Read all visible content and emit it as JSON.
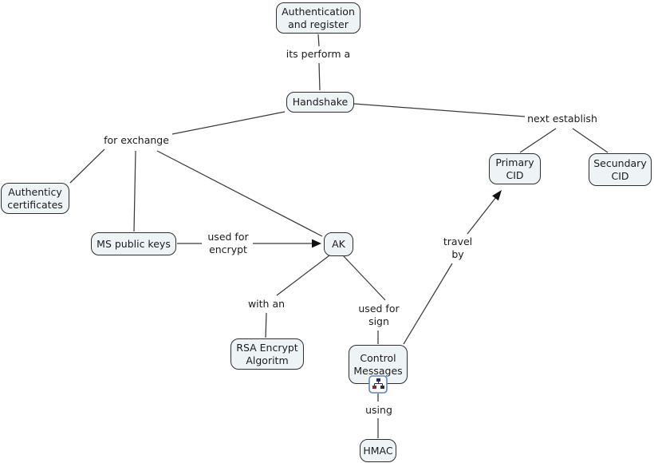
{
  "theme": {
    "bg": "#ffffff",
    "node_fill": "#eef3f5",
    "node_border": "#2e2e2e",
    "text": "#1b1b1b",
    "edge": "#3a3a3a",
    "icon_border": "#5a86c4"
  },
  "diagram_type": "concept-map",
  "concepts": [
    {
      "id": "auth-register",
      "label": "Authentication\nand register"
    },
    {
      "id": "handshake",
      "label": "Handshake"
    },
    {
      "id": "authenticy-certificates",
      "label": "Authenticy\ncertificates"
    },
    {
      "id": "ms-public-keys",
      "label": "MS public keys"
    },
    {
      "id": "ak",
      "label": "AK"
    },
    {
      "id": "primary-cid",
      "label": "Primary\nCID"
    },
    {
      "id": "secundary-cid",
      "label": "Secundary\nCID"
    },
    {
      "id": "rsa-encrypt-algoritm",
      "label": "RSA Encrypt\nAlgoritm"
    },
    {
      "id": "control-messages",
      "label": "Control\nMessages"
    },
    {
      "id": "hmac",
      "label": "HMAC"
    }
  ],
  "links": [
    {
      "id": "its-perform-a",
      "label": "its perform a"
    },
    {
      "id": "for-exchange",
      "label": "for exchange"
    },
    {
      "id": "next-establish",
      "label": "next establish"
    },
    {
      "id": "used-for-encrypt",
      "label": "used for\nencrypt"
    },
    {
      "id": "with-an",
      "label": "with an"
    },
    {
      "id": "used-for-sign",
      "label": "used for\nsign"
    },
    {
      "id": "travel-by",
      "label": "travel\nby"
    },
    {
      "id": "using",
      "label": "using"
    }
  ],
  "icons": [
    {
      "name": "resource-tree-icon",
      "attached_to": "control-messages"
    }
  ]
}
